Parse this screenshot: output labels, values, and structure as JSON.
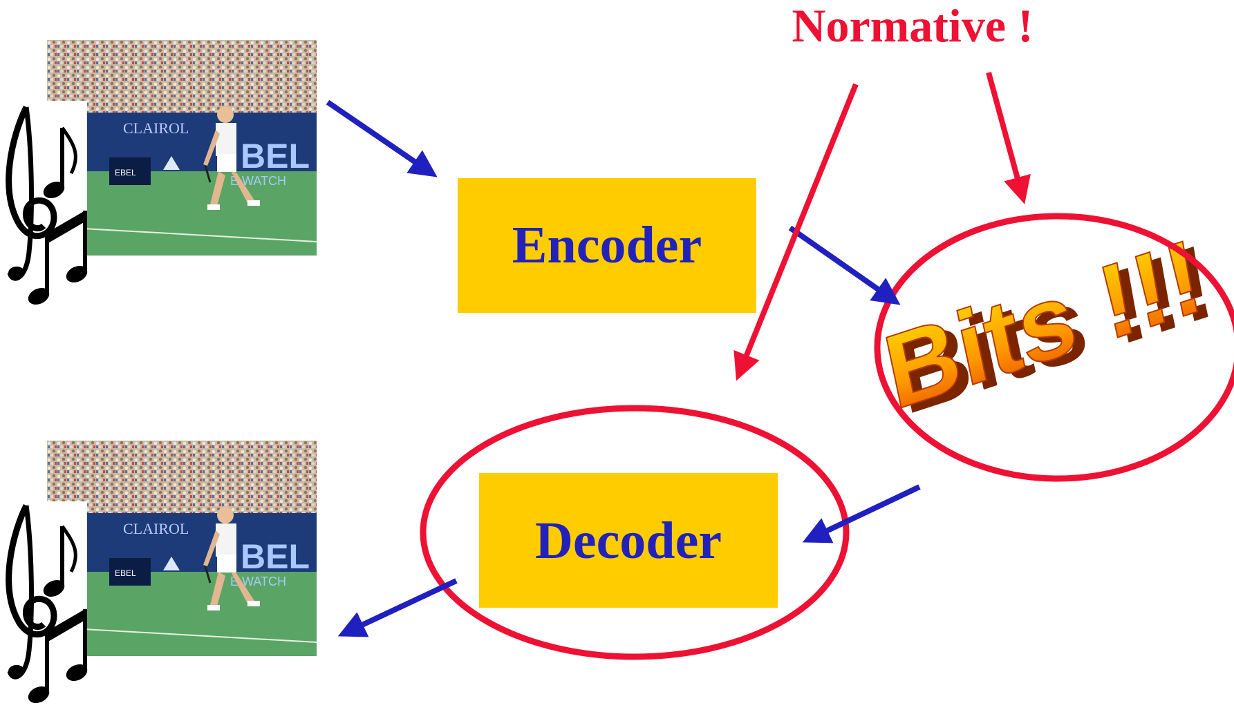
{
  "title": "Normative !",
  "encoder": {
    "label": "Encoder"
  },
  "decoder": {
    "label": "Decoder"
  },
  "bits": {
    "label": "Bits !!!"
  },
  "input_media": {
    "description_icon": "music-notes-icon"
  },
  "output_media": {
    "description_icon": "music-notes-icon"
  },
  "colors": {
    "box_fill": "#FFCC00",
    "box_text": "#2222BB",
    "flow_arrow": "#2020C0",
    "normative_red": "#EE1133",
    "bits_gradient_top": "#FFE000",
    "bits_gradient_bottom": "#E64A00"
  }
}
